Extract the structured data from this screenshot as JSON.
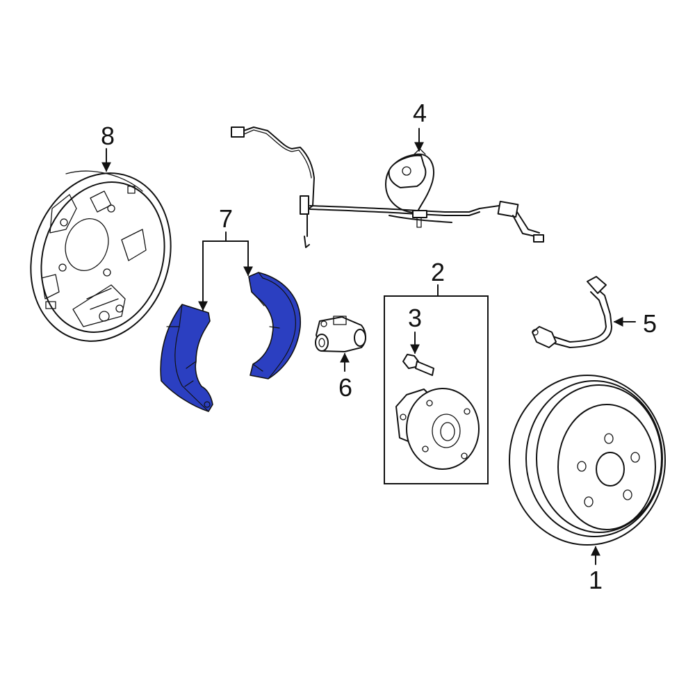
{
  "callouts": {
    "c1": "1",
    "c2": "2",
    "c3": "3",
    "c4": "4",
    "c5": "5",
    "c6": "6",
    "c7": "7",
    "c8": "8"
  },
  "colors": {
    "highlight": "#2b3fc1",
    "line": "#111111",
    "background": "#ffffff"
  }
}
